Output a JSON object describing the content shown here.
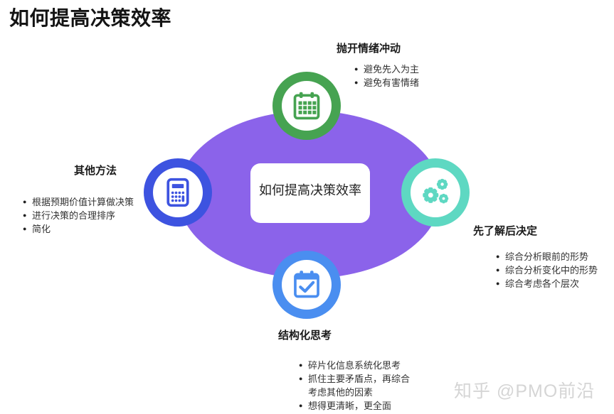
{
  "page": {
    "title": "如何提高决策效率"
  },
  "center": {
    "label": "如何提高决策效率"
  },
  "colors": {
    "ellipse": "#8b63ea",
    "green": "#46a351",
    "blue": "#3d53e0",
    "teal": "#5ed8c2",
    "light_blue": "#4a8ef0"
  },
  "sections": {
    "top": {
      "title": "抛开情绪冲动",
      "icon": "calendar-icon",
      "items": [
        "避免先入为主",
        "避免有害情绪"
      ]
    },
    "left": {
      "title": "其他方法",
      "icon": "calculator-icon",
      "items": [
        "根据预期价值计算做决策",
        "进行决策的合理排序",
        "简化"
      ]
    },
    "right": {
      "title": "先了解后决定",
      "icon": "gears-icon",
      "items": [
        "综合分析眼前的形势",
        "综合分析变化中的形势",
        "综合考虑各个层次"
      ]
    },
    "bottom": {
      "title": "结构化思考",
      "icon": "calendar-check-icon",
      "items": [
        "碎片化信息系统化思考",
        "抓住主要矛盾点，再综合考虑其他的因素",
        "想得更清晰，更全面"
      ]
    }
  },
  "watermark": {
    "text": "知乎 @PMO前沿"
  }
}
